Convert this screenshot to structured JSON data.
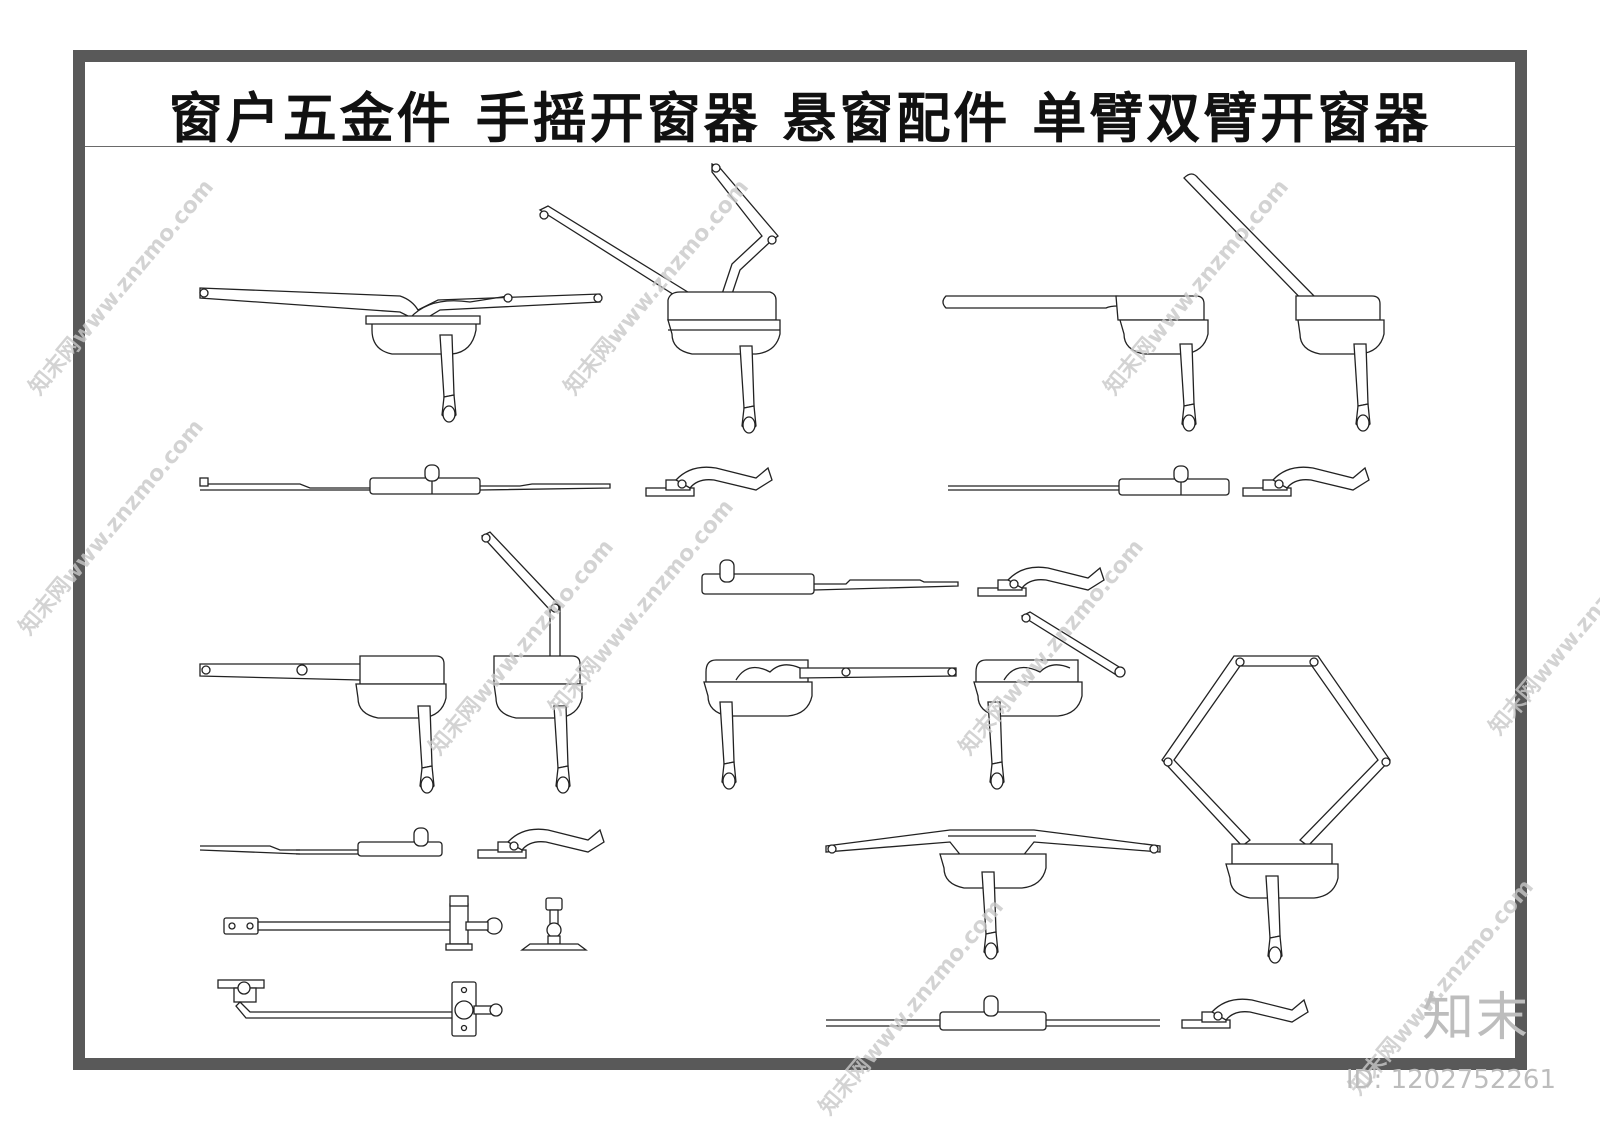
{
  "title": "窗户五金件  手摇开窗器  悬窗配件  单臂双臂开窗器",
  "watermark_text": "知末网www.znzmo.com",
  "brand": "知末",
  "id_label": "ID: 1202752261",
  "colors": {
    "frame": "#595959",
    "line": "#222222",
    "watermark": "#c9c9c9"
  },
  "components": [
    "operator-double-link-closed",
    "operator-double-link-open",
    "operator-single-arm-closed",
    "operator-single-arm-open",
    "operator-short-arm-closed",
    "operator-short-arm-open",
    "operator-slotted-closed",
    "operator-slotted-open",
    "operator-dual-arm-closed",
    "operator-dual-arm-open",
    "limit-stay-with-knob",
    "casement-stay"
  ]
}
